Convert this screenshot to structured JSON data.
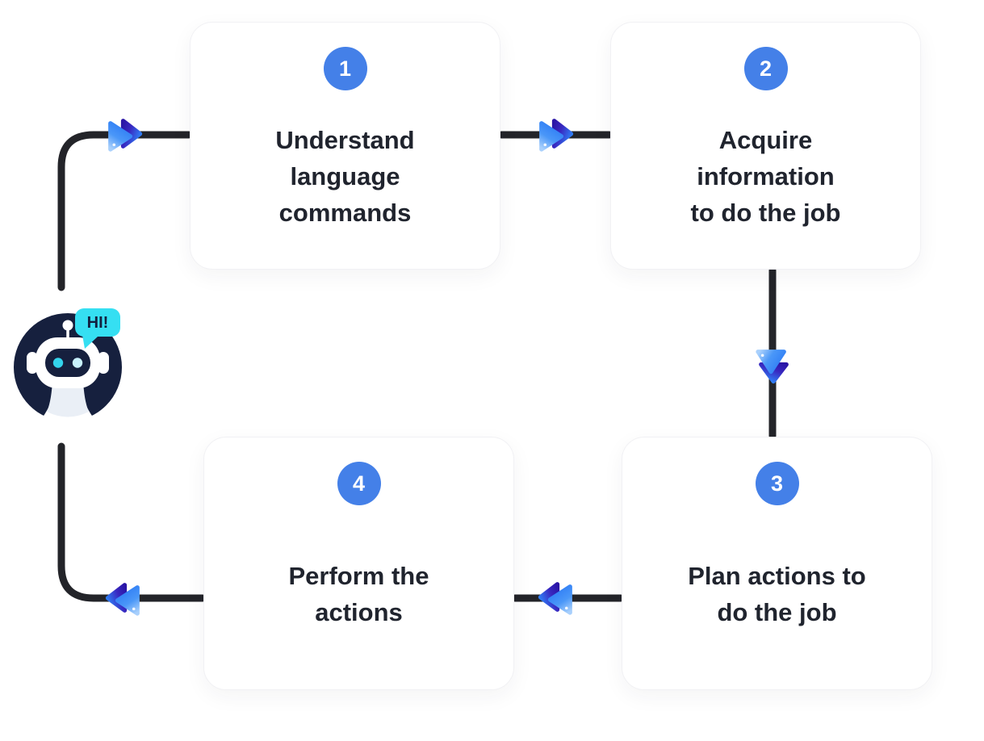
{
  "diagram": {
    "type": "cyclic-flowchart",
    "description_of_flow": "robot agent cycles through four numbered steps",
    "cycle_order": [
      "1",
      "2",
      "3",
      "4"
    ]
  },
  "steps": [
    {
      "number": "1",
      "label": "Understand\nlanguage\ncommands"
    },
    {
      "number": "2",
      "label": "Acquire\ninformation\nto do the job"
    },
    {
      "number": "3",
      "label": "Plan actions to\ndo the job"
    },
    {
      "number": "4",
      "label": "Perform the\nactions"
    }
  ],
  "robot": {
    "greeting": "HI!"
  },
  "arrows": [
    {
      "name": "arrow-robot-to-step-1",
      "direction": "right"
    },
    {
      "name": "arrow-step-1-to-step-2",
      "direction": "right"
    },
    {
      "name": "arrow-step-2-to-step-3",
      "direction": "down"
    },
    {
      "name": "arrow-step-3-to-step-4",
      "direction": "left"
    },
    {
      "name": "arrow-step-4-to-robot",
      "direction": "left"
    }
  ],
  "icons": {
    "arrow_style": "fast-forward-double-triangle-icon",
    "mascot": "chatbot-robot-icon"
  },
  "colors": {
    "accent_blue": "#4480E8",
    "connector_line": "#232429",
    "card_background": "#FFFFFF",
    "card_border": "#F1F1F4",
    "step_text": "#20242E",
    "arrow_front_blue": "#2E7CF5",
    "arrow_back_indigo": "#2A15A5",
    "robot_navy": "#16203E",
    "speech_bubble_cyan": "#35DFF2",
    "eye_cyan": "#33D4EC"
  }
}
